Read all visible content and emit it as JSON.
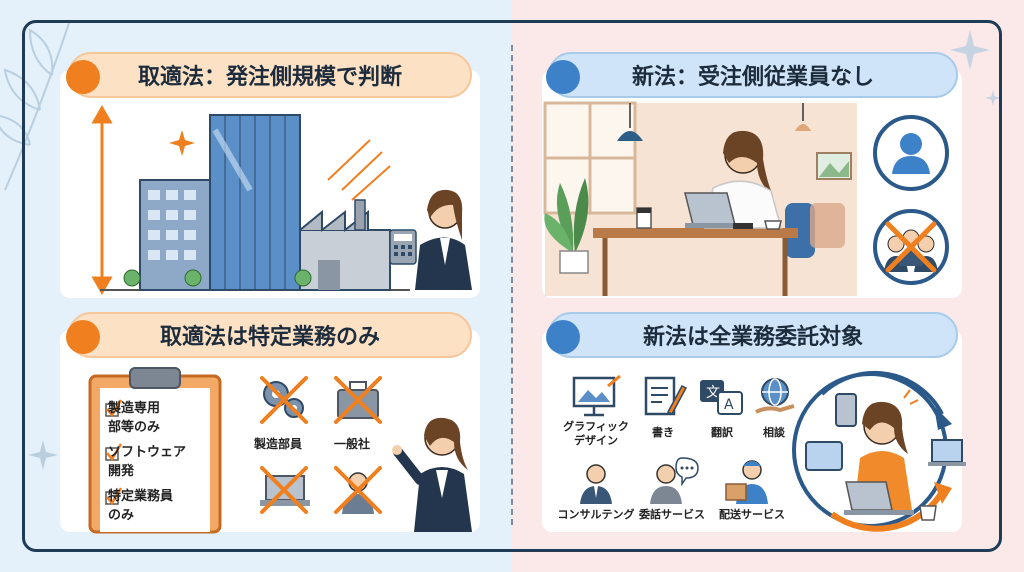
{
  "panels": {
    "top_left": {
      "title": "取適法：発注側規模で判断"
    },
    "top_right": {
      "title": "新法：受注側従業員なし"
    },
    "bottom_left": {
      "title": "取適法は特定業務のみ",
      "checklist": [
        {
          "line1": "製造専用",
          "line2": "部等のみ"
        },
        {
          "line1": "ソフトウェア",
          "line2": "開発"
        },
        {
          "line1": "特定業務員",
          "line2": "のみ"
        }
      ],
      "crossed_items": [
        "製造部員",
        "一般社"
      ]
    },
    "bottom_right": {
      "title": "新法は全業務委託対象",
      "services": [
        {
          "line1": "グラフィック",
          "line2": "デザイン",
          "icon": "monitor-image-icon"
        },
        {
          "line1": "書き",
          "line2": "",
          "icon": "document-pen-icon"
        },
        {
          "line1": "翻訳",
          "line2": "",
          "icon": "translate-icon"
        },
        {
          "line1": "相談",
          "line2": "",
          "icon": "globe-hand-icon"
        },
        {
          "line1": "コンサルテング",
          "line2": "",
          "icon": "consultant-icon"
        },
        {
          "line1": "委話サービス",
          "line2": "",
          "icon": "speech-person-icon"
        },
        {
          "line1": "配送サービス",
          "line2": "",
          "icon": "delivery-person-icon"
        }
      ]
    }
  },
  "colors": {
    "orange": "#f07f1f",
    "blue": "#3d82c8",
    "navy": "#1f3b56"
  }
}
